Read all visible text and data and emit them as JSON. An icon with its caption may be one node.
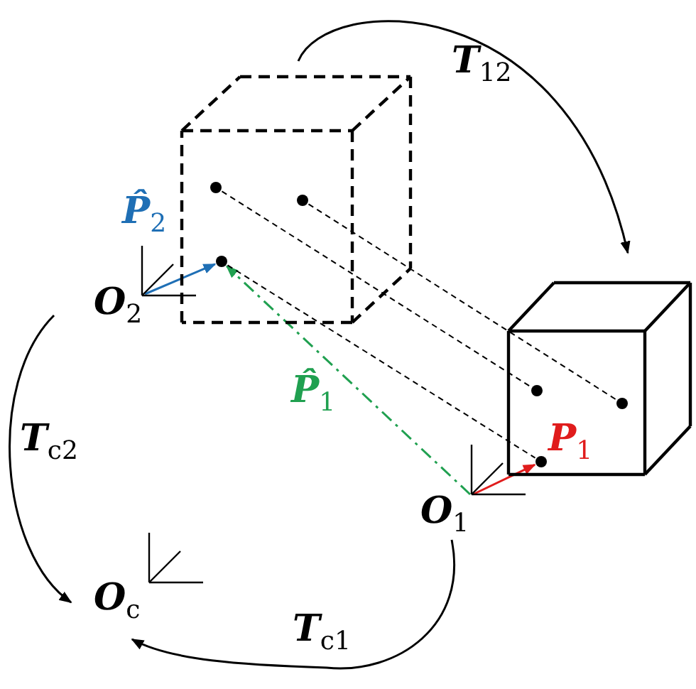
{
  "diagram": {
    "nodes": [
      {
        "text": [],
        "shape": "box"
      },
      {
        "text": [],
        "shape": "box"
      },
      {
        "text": [
          "**O**$_{2}$"
        ]
      },
      {
        "text": [
          "**O**$_{1}$"
        ]
      },
      {
        "text": [
          "**O**$_{c}$"
        ]
      },
      {
        "text": [],
        "shape": "circle",
        "in": 0
      },
      {
        "text": [],
        "shape": "circle",
        "in": 0
      },
      {
        "text": [],
        "shape": "circle",
        "in": 0
      },
      {
        "text": [],
        "shape": "circle",
        "in": 1
      },
      {
        "text": [],
        "shape": "circle",
        "in": 1
      },
      {
        "text": [],
        "shape": "circle",
        "in": 1
      }
    ],
    "edges": [
      {
        "from": 0,
        "to": 1,
        "arrow": "to",
        "label": "**T**$_{12}$"
      },
      {
        "from": 2,
        "to": 4,
        "arrow": "to",
        "label": "**T**$_{c2}$"
      },
      {
        "from": 3,
        "to": 4,
        "arrow": "to",
        "label": "**T**$_{c1}$"
      },
      {
        "from": 2,
        "to": 7,
        "arrow": "to",
        "label": "**P̂**$_{2}$",
        "color": "#1f6fb5"
      },
      {
        "from": 3,
        "to": 7,
        "arrow": "to",
        "label": "**P̂**$_{1}$",
        "color": "#20a050",
        "style": "dashed"
      },
      {
        "from": 3,
        "to": 10,
        "arrow": "to",
        "label": "**P**$_{1}$",
        "color": "#e01c1c"
      },
      {
        "from": 5,
        "to": 8,
        "arrow": "none",
        "style": "dashed"
      },
      {
        "from": 6,
        "to": 9,
        "arrow": "none",
        "style": "dashed"
      },
      {
        "from": 7,
        "to": 10,
        "arrow": "none",
        "style": "dashed"
      }
    ]
  }
}
